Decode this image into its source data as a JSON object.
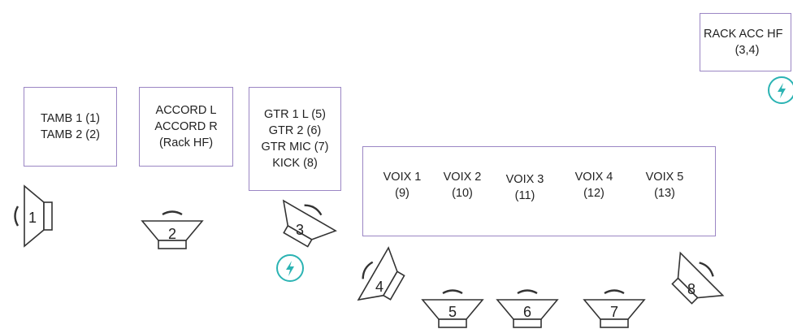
{
  "boxes": {
    "tamb": {
      "lines": [
        "TAMB 1 (1)",
        "TAMB 2 (2)"
      ]
    },
    "accord": {
      "lines": [
        "ACCORD L",
        "ACCORD R",
        "(Rack HF)"
      ]
    },
    "gtr": {
      "lines": [
        "GTR 1 L (5)",
        "GTR 2 (6)",
        "GTR MIC (7)",
        "KICK (8)"
      ]
    },
    "rack_acc": {
      "lines": [
        "RACK ACC HF",
        "(3,4)"
      ]
    }
  },
  "voix": [
    {
      "name": "VOIX 1",
      "ch": "(9)"
    },
    {
      "name": "VOIX 2",
      "ch": "(10)"
    },
    {
      "name": "VOIX 3",
      "ch": "(11)"
    },
    {
      "name": "VOIX 4",
      "ch": "(12)"
    },
    {
      "name": "VOIX 5",
      "ch": "(13)"
    }
  ],
  "monitors": [
    "1",
    "2",
    "3",
    "4",
    "5",
    "6",
    "7",
    "8"
  ],
  "power_icons": [
    "lightning-bolt-icon",
    "lightning-bolt-icon"
  ],
  "colors": {
    "box_border": "#9b86c4",
    "power": "#2bb3b3",
    "stroke": "#333333"
  }
}
